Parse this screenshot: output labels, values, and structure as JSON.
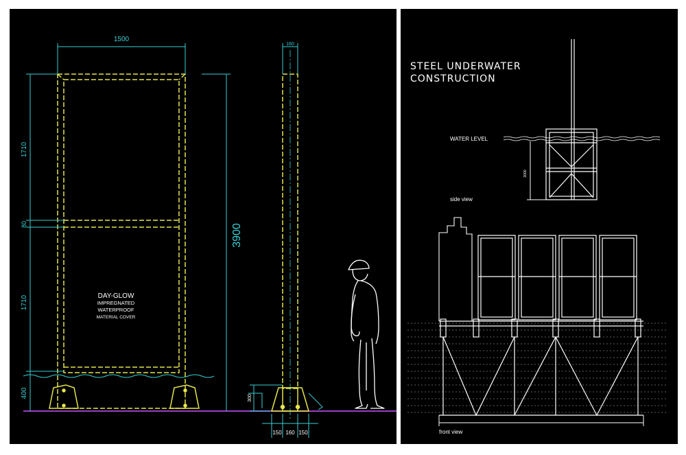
{
  "left_drawing": {
    "width_dim": "1500",
    "side_width_dim": "160",
    "height_upper": "1710",
    "height_mid": "80",
    "height_lower": "1710",
    "height_base": "400",
    "total_height": "3900",
    "base_height_dim": "300",
    "base_widths": [
      "150",
      "160",
      "150"
    ],
    "label_lines": [
      "DAY-GLOW",
      "IMPREGNATED",
      "WATERPROOF",
      "MATERIAL COVER"
    ],
    "colors": {
      "frame": "#e6e64a",
      "dimension": "#37d0d6",
      "ground": "#9b3fc4",
      "sketch": "#ffffff"
    }
  },
  "right_drawing": {
    "title_line1": "STEEL UNDERWATER",
    "title_line2": "CONSTRUCTION",
    "water_label": "WATER LEVEL",
    "depth_dim": "3000",
    "side_view_label": "side view",
    "front_view_label": "front view"
  }
}
